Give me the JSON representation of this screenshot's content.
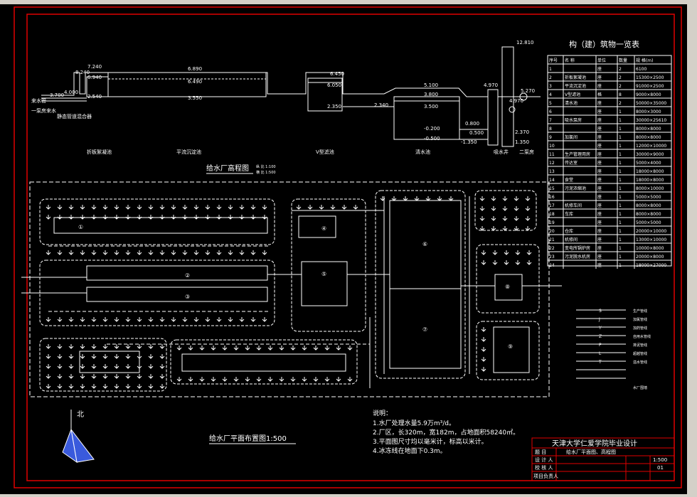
{
  "elevation": {
    "title": "给水厂高程图",
    "scale_h": "纵 比 1:100",
    "scale_v": "横 比 1:500",
    "levels": [
      "7.240",
      "6.940",
      "2.540",
      "8.240",
      "6.890",
      "6.490",
      "3.550",
      "6.450",
      "6.050",
      "2.350",
      "5.100",
      "3.800",
      "3.500",
      "2.340",
      "-0.200",
      "-0.500",
      "0.800",
      "0.500",
      "-1.350",
      "4.970",
      "5.270",
      "4.970",
      "2.370",
      "1.350",
      "12.810",
      "3.700",
      "4.000"
    ],
    "inlet_label_1": "来水管",
    "inlet_label_2": "一泵房来水",
    "mixer_label": "静态管道混合器",
    "units": [
      "折板絮凝池",
      "平流沉淀池",
      "V型滤池",
      "清水池",
      "吸水井",
      "二泵房"
    ]
  },
  "building_table": {
    "title": "构（建）筑物一览表",
    "headers": [
      "序号",
      "名  称",
      "单位",
      "数量",
      "规  格(m)"
    ],
    "rows": [
      [
        "1",
        "",
        "座",
        "2",
        "6100"
      ],
      [
        "2",
        "折板絮凝池",
        "座",
        "2",
        "15300×2500"
      ],
      [
        "3",
        "平流沉淀池",
        "座",
        "2",
        "91000×2500"
      ],
      [
        "4",
        "V型滤池",
        "格",
        "8",
        "9000×8000"
      ],
      [
        "5",
        "清水池",
        "座",
        "2",
        "50000×35000"
      ],
      [
        "6",
        "",
        "座",
        "1",
        "8000×3000"
      ],
      [
        "7",
        "吸水泵房",
        "座",
        "1",
        "30000×25610"
      ],
      [
        "8",
        "",
        "座",
        "1",
        "8000×8000"
      ],
      [
        "9",
        "加氯间",
        "座",
        "1",
        "8000×8000"
      ],
      [
        "10",
        "",
        "座",
        "1",
        "12000×10000"
      ],
      [
        "11",
        "生产管理用房",
        "座",
        "1",
        "30000×9000"
      ],
      [
        "12",
        "传达室",
        "座",
        "1",
        "5000×4000"
      ],
      [
        "13",
        "",
        "座",
        "1",
        "18000×8000"
      ],
      [
        "14",
        "食堂",
        "座",
        "1",
        "18000×8000"
      ],
      [
        "15",
        "污泥浓缩池",
        "座",
        "1",
        "8000×10000"
      ],
      [
        "16",
        "",
        "座",
        "1",
        "5000×5000"
      ],
      [
        "17",
        "机修车间",
        "座",
        "1",
        "8000×8000"
      ],
      [
        "18",
        "车库",
        "座",
        "1",
        "8000×8000"
      ],
      [
        "19",
        "",
        "座",
        "1",
        "5000×5000"
      ],
      [
        "20",
        "仓库",
        "座",
        "1",
        "20000×10000"
      ],
      [
        "21",
        "机修间",
        "座",
        "1",
        "13000×10000"
      ],
      [
        "22",
        "变电所锅炉房",
        "座",
        "1",
        "10000×8000"
      ],
      [
        "23",
        "污泥脱水机房",
        "座",
        "1",
        "20000×8000"
      ],
      [
        "24",
        "",
        "座",
        "1",
        "18000×27000"
      ]
    ]
  },
  "plan": {
    "title": "给水厂平面布置图1:500",
    "north": "北",
    "unit_numbers": [
      "①",
      "②",
      "③",
      "④",
      "⑤",
      "⑥",
      "⑦",
      "⑧",
      "⑨"
    ]
  },
  "legend": {
    "items": [
      "生产管线",
      "加氯管线",
      "加药管线",
      "自用水管线",
      "排泥管线",
      "超越管线",
      "溢水管线",
      "",
      "",
      "水厂围墙"
    ],
    "codes": [
      "S",
      "J",
      "Y",
      "Z",
      "P",
      "L",
      "T",
      "",
      ""
    ]
  },
  "notes": {
    "heading": "说明：",
    "lines": [
      "1.水厂处理水量5.9万m³/d。",
      "2.厂区，长320m，宽182m，占地面积58240㎡。",
      "3.平面图尺寸均以毫米计，标高以米计。",
      "4.冰冻线在地面下0.3m。"
    ]
  },
  "title_block": {
    "school": "天津大学仁爱学院毕业设计",
    "row_labels": [
      "题  目",
      "设 计 人",
      "校 核 人",
      "项目负责人"
    ],
    "drawing_name": "给水厂平面图、高程图",
    "scale": "1:500",
    "sheet": "01"
  },
  "colors": {
    "frame": "#e00000",
    "line": "#ffffff",
    "north": "#3a5adc",
    "bg": "#000000",
    "chrome": "#d4d0c8"
  }
}
